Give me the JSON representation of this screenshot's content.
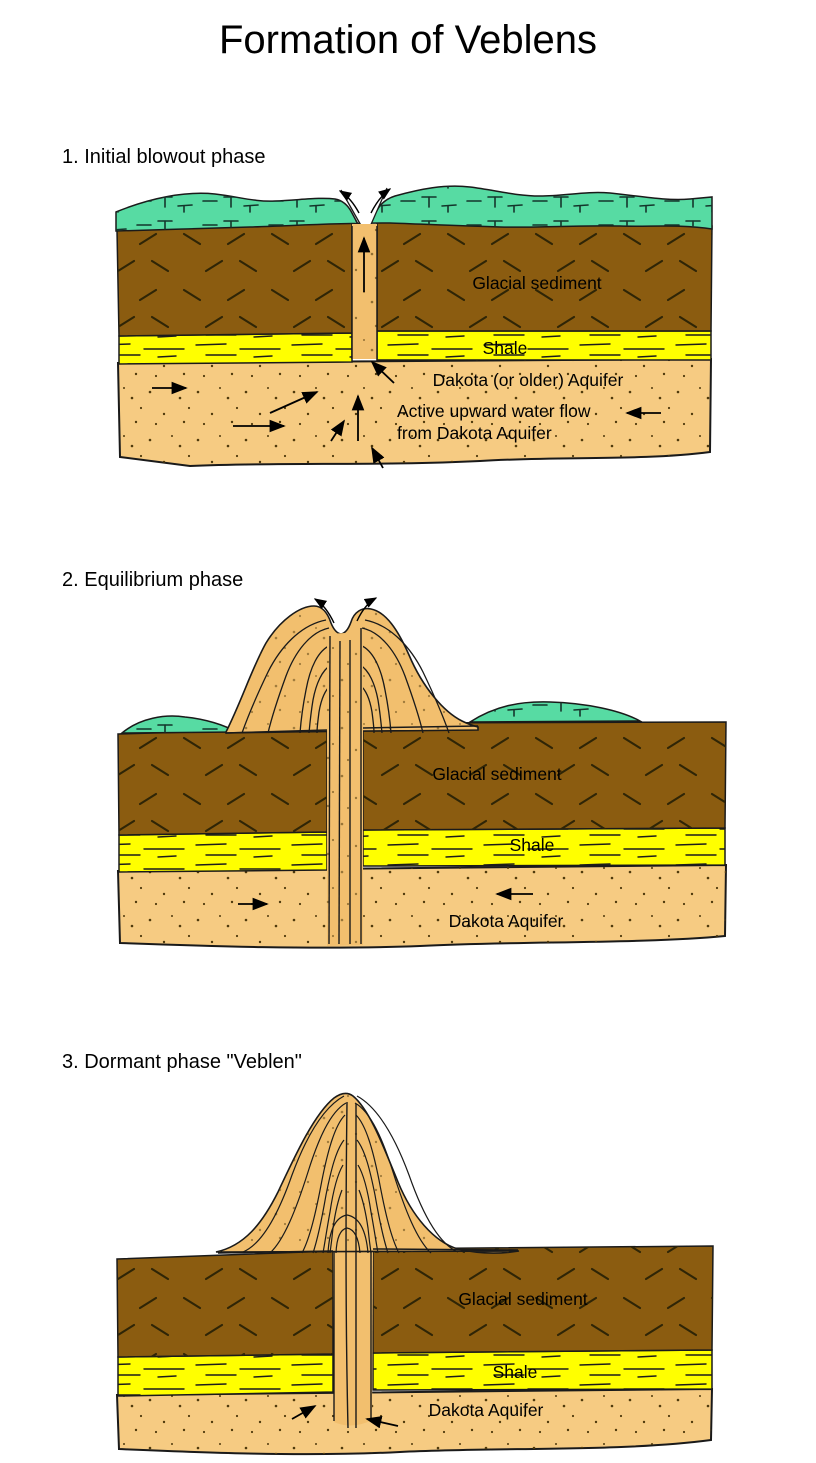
{
  "title": "Formation of Veblens",
  "sections": {
    "s1": {
      "heading": "1. Initial blowout phase",
      "labels": {
        "glacial": "Glacial sediment",
        "shale": "Shale",
        "aquifer": "Dakota (or older) Aquifer",
        "flow1": "Active upward water flow",
        "flow2": "from Dakota Aquifer"
      }
    },
    "s2": {
      "heading": "2. Equilibrium phase",
      "labels": {
        "glacial": "Glacial sediment",
        "shale": "Shale",
        "aquifer": "Dakota Aquifer"
      }
    },
    "s3": {
      "heading": "3. Dormant phase \"Veblen\"",
      "labels": {
        "glacial": "Glacial sediment",
        "shale": "Shale",
        "aquifer": "Dakota Aquifer"
      }
    }
  },
  "colors": {
    "vegetation": "#57DBA3",
    "glacial_sediment": "#8B5C10",
    "shale": "#FFFF00",
    "aquifer": "#F6CB82",
    "spring_sand": "#F2BF6E",
    "outline": "#1A1A1A"
  }
}
